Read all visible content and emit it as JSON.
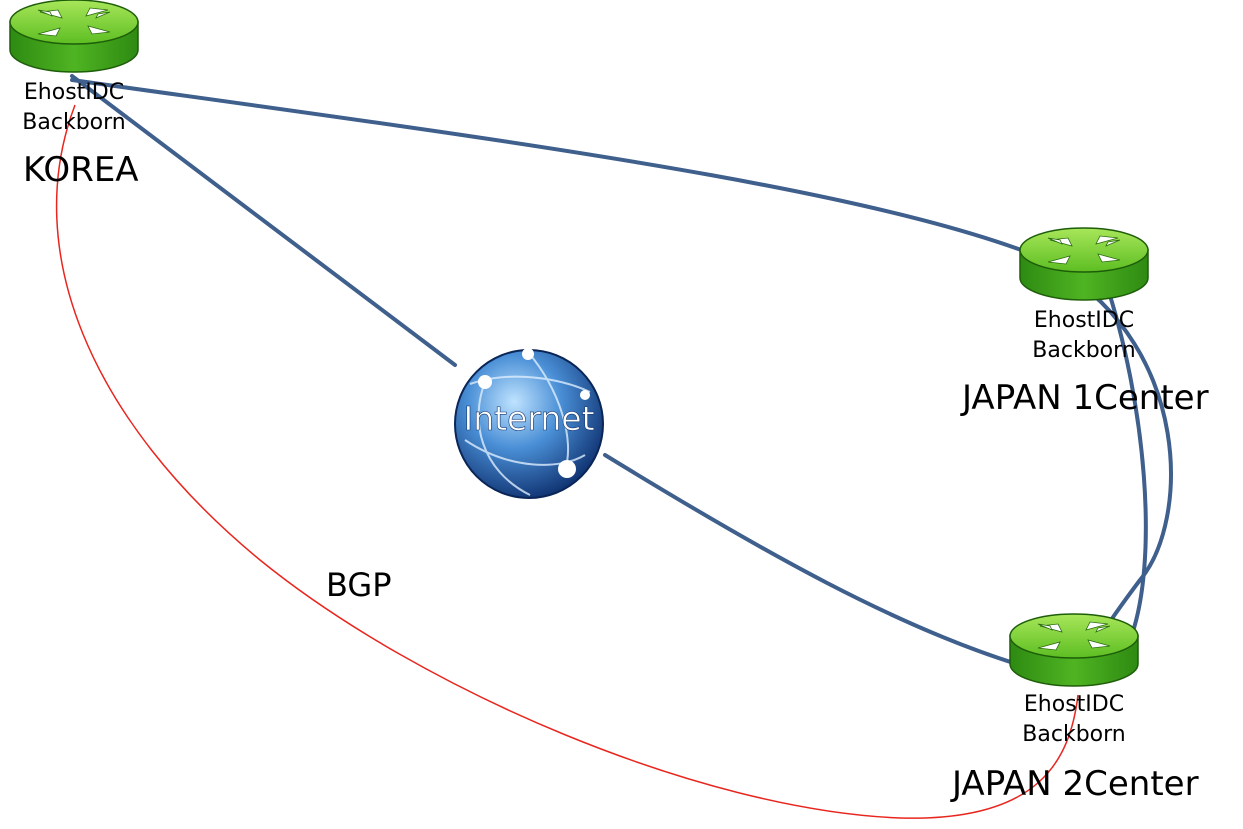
{
  "nodes": {
    "korea": {
      "router_label_line1": "EhostIDC",
      "router_label_line2": "Backborn",
      "site_name": "KOREA"
    },
    "japan1": {
      "router_label_line1": "EhostIDC",
      "router_label_line2": "Backborn",
      "site_name": "JAPAN 1Center"
    },
    "japan2": {
      "router_label_line1": "EhostIDC",
      "router_label_line2": "Backborn",
      "site_name": "JAPAN 2Center"
    },
    "internet": {
      "label": "Internet"
    }
  },
  "links": {
    "bgp_label": "BGP",
    "backbone_color": "#3F5F8C",
    "bgp_color": "#E8261E"
  },
  "icons": {
    "router": "router-icon",
    "globe": "globe-icon"
  }
}
